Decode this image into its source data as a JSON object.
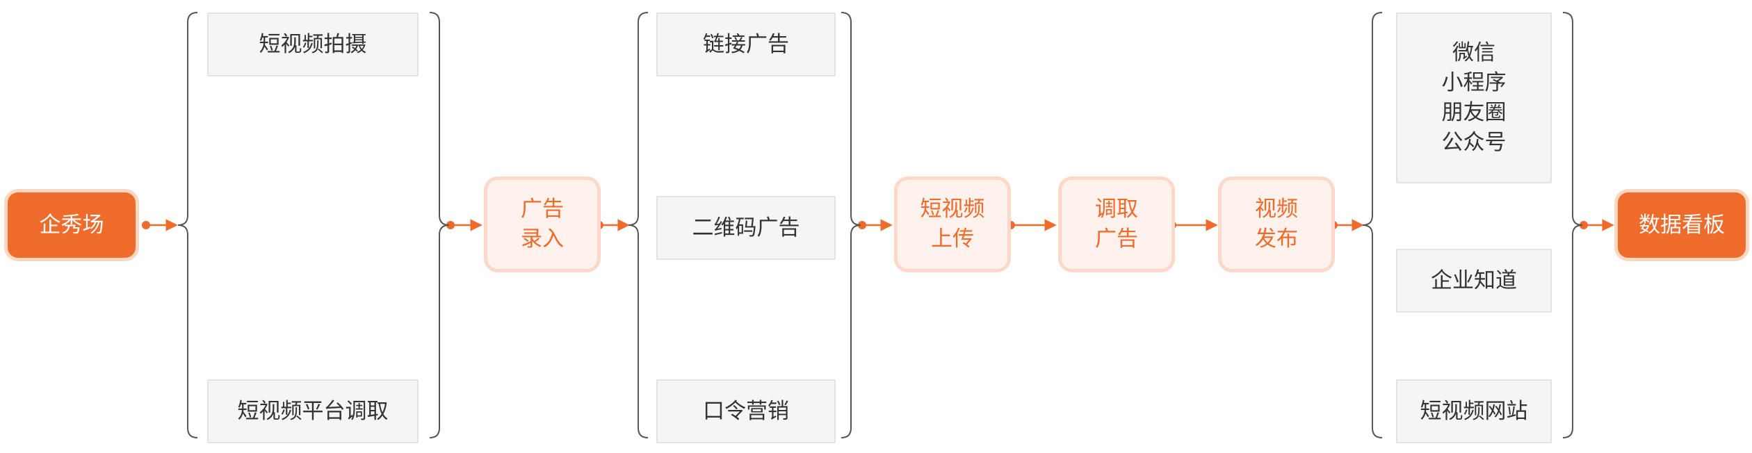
{
  "colors": {
    "accent": "#ee6b2b",
    "accent_border": "#fbd7c4",
    "step_fill": "#fff2ec",
    "box_fill": "#f5f5f5",
    "bracket": "#555555",
    "text": "#333333"
  },
  "start": {
    "label": "企秀场"
  },
  "sources": {
    "items": [
      "短视频拍摄",
      "短视频平台调取"
    ]
  },
  "ad_entry": {
    "line1": "广告",
    "line2": "录入"
  },
  "ad_types": {
    "items": [
      "链接广告",
      "二维码广告",
      "口令营销"
    ]
  },
  "upload": {
    "line1": "短视频",
    "line2": "上传"
  },
  "fetch_ad": {
    "line1": "调取",
    "line2": "广告"
  },
  "publish": {
    "line1": "视频",
    "line2": "发布"
  },
  "channels": {
    "wechat_group": [
      "微信",
      "小程序",
      "朋友圈",
      "公众号"
    ],
    "enterprise": "企业知道",
    "video_site": "短视频网站"
  },
  "end": {
    "label": "数据看板"
  }
}
